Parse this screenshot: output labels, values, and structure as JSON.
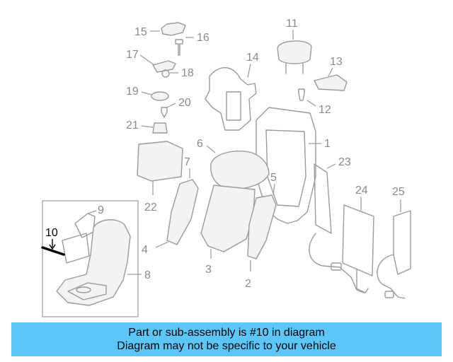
{
  "callouts": {
    "c1": "1",
    "c2": "2",
    "c3": "3",
    "c4": "4",
    "c5": "5",
    "c6": "6",
    "c7": "7",
    "c8": "8",
    "c9": "9",
    "c10": "10",
    "c11": "11",
    "c12": "12",
    "c13": "13",
    "c14": "14",
    "c15": "15",
    "c16": "16",
    "c17": "17",
    "c18": "18",
    "c19": "19",
    "c20": "20",
    "c21": "21",
    "c22": "22",
    "c23": "23",
    "c24": "24",
    "c25": "25"
  },
  "highlighted_part": "10",
  "banner": {
    "line1": "Part or sub-assembly is #10 in diagram",
    "line2": "Diagram may not be specific to your vehicle"
  },
  "colors": {
    "banner_bg": "#5cc6f8",
    "line_art": "#9a9a9a",
    "highlight": "#000000"
  }
}
